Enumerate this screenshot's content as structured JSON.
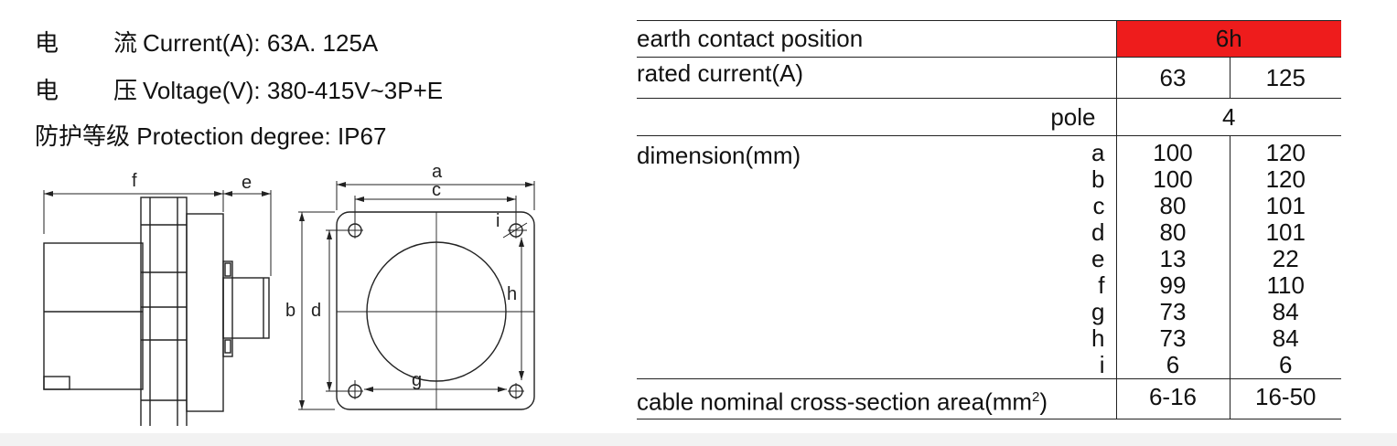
{
  "specs": {
    "current": {
      "cn1": "电",
      "cn2": "流",
      "en": "Current(A): 63A. 125A"
    },
    "voltage": {
      "cn1": "电",
      "cn2": "压",
      "en": "Voltage(V): 380-415V~3P+E"
    },
    "protection": {
      "cn": "防护等级",
      "en": "Protection degree: IP67"
    }
  },
  "drawing": {
    "labels": {
      "f": "f",
      "e": "e",
      "a": "a",
      "c": "c",
      "b": "b",
      "d": "d",
      "h": "h",
      "g": "g",
      "i": "i"
    }
  },
  "table": {
    "earth_label": "earth contact position",
    "earth_value": "6h",
    "earth_color": "#ee1c1c",
    "current_label": "rated current(A)",
    "current_values": [
      "63",
      "125"
    ],
    "pole_label": "pole",
    "pole_value": "4",
    "dimension_label": "dimension(mm)",
    "dims": [
      {
        "k": "a",
        "v1": "100",
        "v2": "120"
      },
      {
        "k": "b",
        "v1": "100",
        "v2": "120"
      },
      {
        "k": "c",
        "v1": "80",
        "v2": "101"
      },
      {
        "k": "d",
        "v1": "80",
        "v2": "101"
      },
      {
        "k": "e",
        "v1": "13",
        "v2": "22"
      },
      {
        "k": "f",
        "v1": "99",
        "v2": "110"
      },
      {
        "k": "g",
        "v1": "73",
        "v2": "84"
      },
      {
        "k": "h",
        "v1": "73",
        "v2": "84"
      },
      {
        "k": "i",
        "v1": "6",
        "v2": "6"
      }
    ],
    "cable_label": "cable nominal cross-section area(mm",
    "cable_sup": "2",
    "cable_label_end": ")",
    "cable_values": [
      "6-16",
      "16-50"
    ]
  }
}
